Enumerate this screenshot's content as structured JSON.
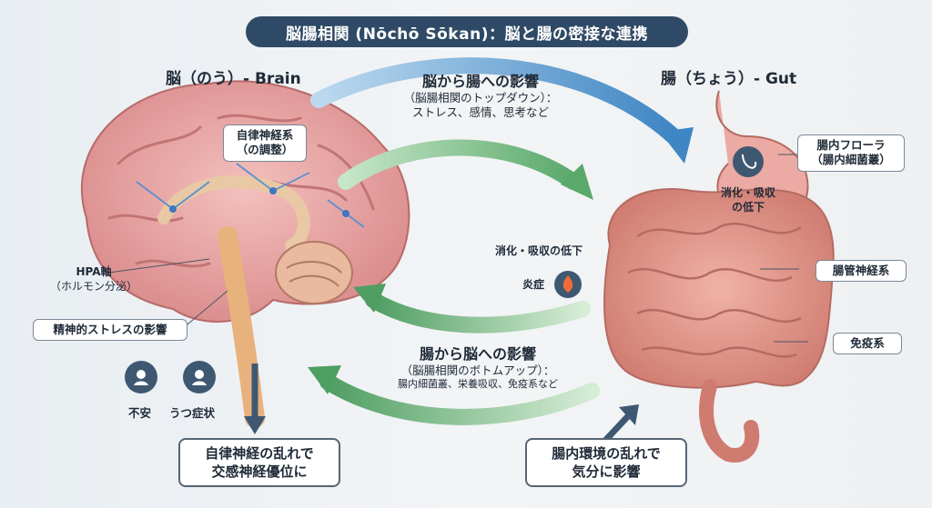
{
  "title": "脳腸相関 (Nōchō Sōkan)：脳と腸の密接な連携",
  "headings": {
    "brain": "脳（のう）- Brain",
    "gut": "腸（ちょう）- Gut"
  },
  "top_down": {
    "title": "脳から腸への影響",
    "subtitle": "（脳腸相関のトップダウン）：",
    "detail": "ストレス、感情、思考など"
  },
  "bottom_up": {
    "title": "腸から脳への影響",
    "subtitle": "（脳腸相関のボトムアップ）：",
    "detail": "腸内細菌叢、栄養吸収、免疫系など"
  },
  "brain_labels": {
    "autonomic": [
      "自律神経系",
      "（の調整）"
    ],
    "hpa": [
      "HPA軸",
      "（ホルモン分泌）"
    ],
    "stress": "精神的ストレスの影響"
  },
  "symptoms": {
    "anxiety": "不安",
    "depression": "うつ症状"
  },
  "gut_labels": {
    "flora": [
      "腸内フローラ",
      "（腸内細菌叢）"
    ],
    "digestion_stomach": [
      "消化・吸収",
      "の低下"
    ],
    "digestion_left": "消化・吸収の低下",
    "inflammation": "炎症",
    "enteric": "腸管神経系",
    "immune": "免疫系"
  },
  "bottom_boxes": {
    "left": [
      "自律神経の乱れで",
      "交感神経優位に"
    ],
    "right": [
      "腸内環境の乱れで",
      "気分に影響"
    ]
  },
  "colors": {
    "title_bg": "#2f4a66",
    "arrow_blue": "#3f86c4",
    "arrow_green": "#5aa96b",
    "brain_pink": "#e9a3a3",
    "gut_pink": "#e4958c"
  }
}
